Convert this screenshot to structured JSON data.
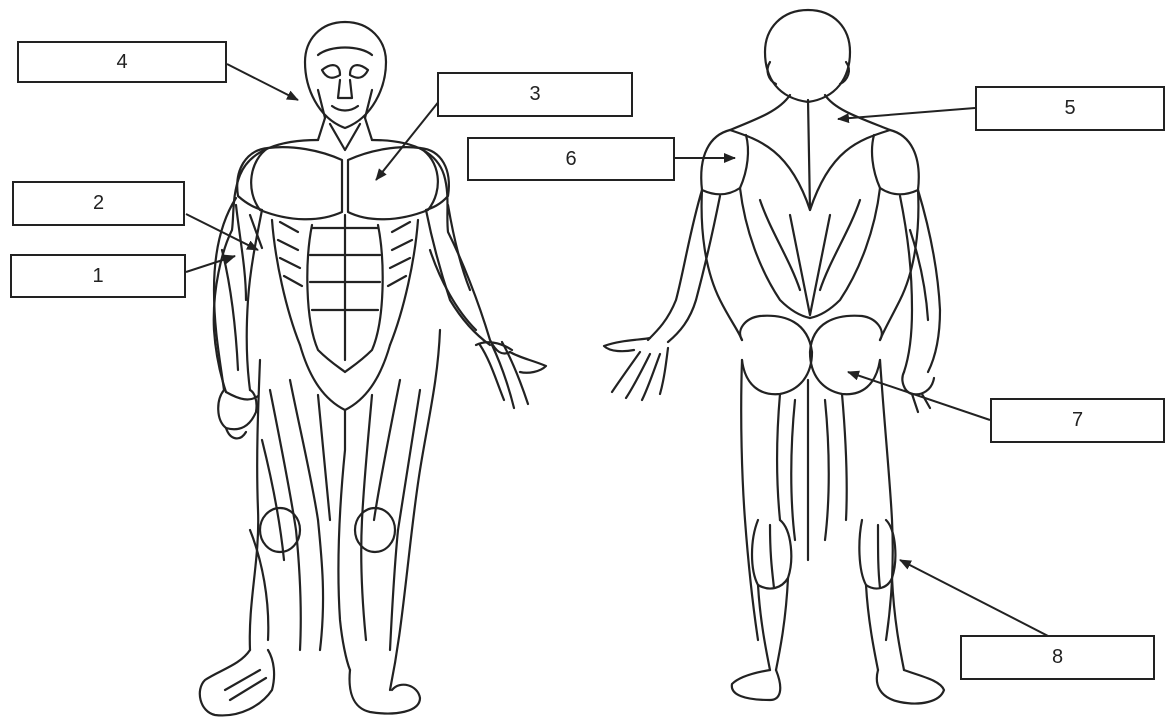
{
  "labels": {
    "l1": "1",
    "l2": "2",
    "l3": "3",
    "l4": "4",
    "l5": "5",
    "l6": "6",
    "l7": "7",
    "l8": "8"
  },
  "colors": {
    "line": "#222222",
    "background": "#ffffff"
  }
}
